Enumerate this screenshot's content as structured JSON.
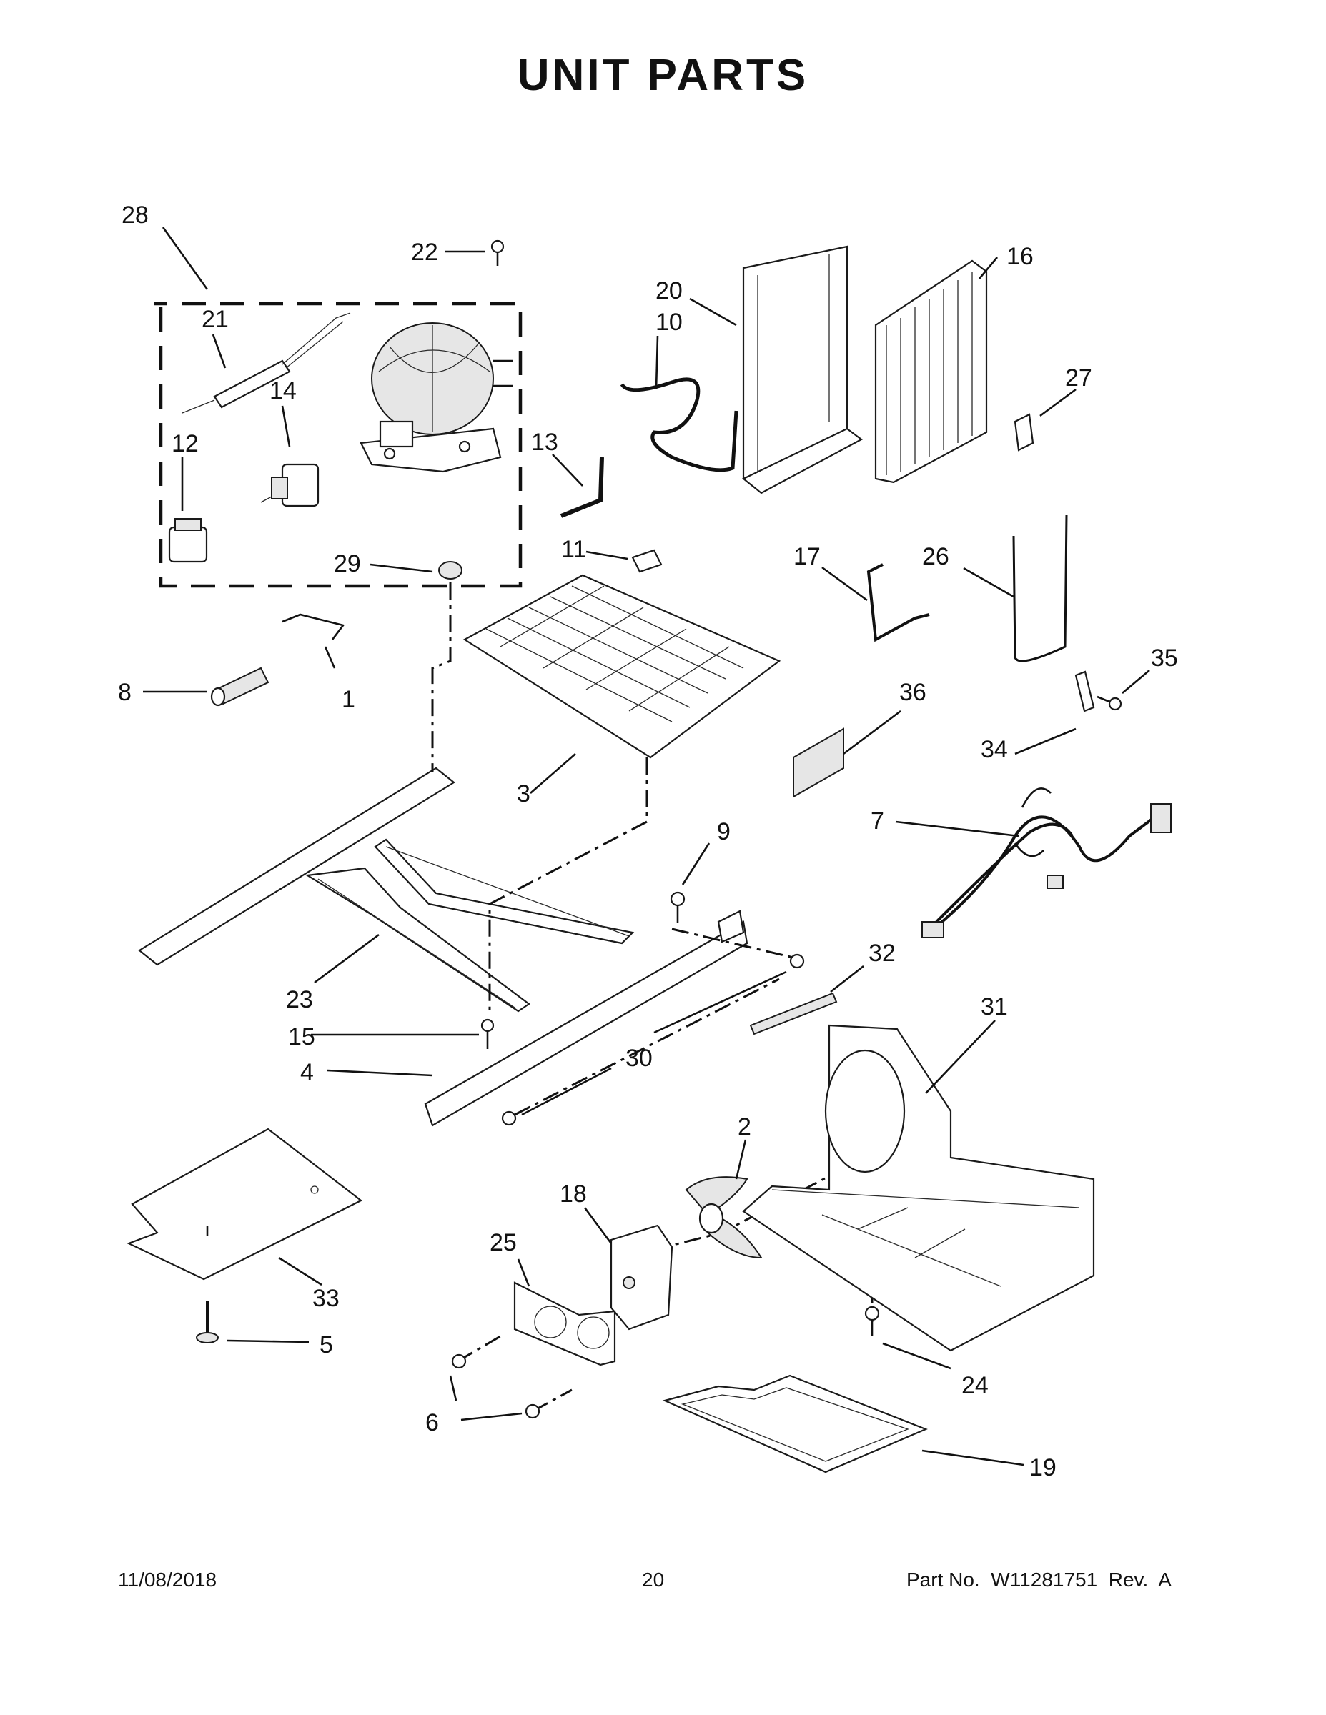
{
  "page": {
    "title": "UNIT PARTS",
    "footer": {
      "date": "11/08/2018",
      "page_number": "20",
      "part_number": "Part No.  W11281751  Rev.  A"
    }
  },
  "callouts": [
    "28",
    "22",
    "21",
    "14",
    "12",
    "29",
    "20",
    "10",
    "16",
    "27",
    "13",
    "11",
    "17",
    "26",
    "35",
    "1",
    "8",
    "3",
    "36",
    "34",
    "7",
    "9",
    "32",
    "23",
    "15",
    "31",
    "4",
    "30",
    "2",
    "18",
    "25",
    "33",
    "5",
    "24",
    "6",
    "19"
  ]
}
